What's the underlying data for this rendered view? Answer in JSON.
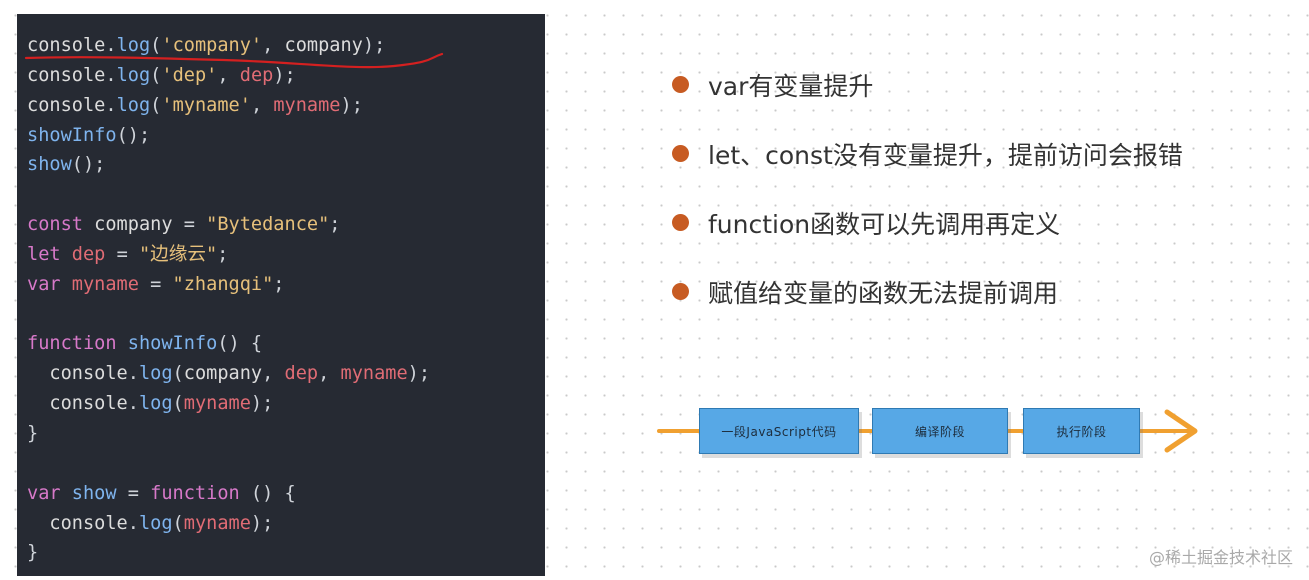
{
  "code_lines": [
    [
      {
        "t": "console",
        "c": "plain"
      },
      {
        "t": ".",
        "c": "punc"
      },
      {
        "t": "log",
        "c": "fn"
      },
      {
        "t": "(",
        "c": "punc"
      },
      {
        "t": "'company'",
        "c": "str"
      },
      {
        "t": ", ",
        "c": "punc"
      },
      {
        "t": "company",
        "c": "plain"
      },
      {
        "t": ");",
        "c": "punc"
      }
    ],
    [
      {
        "t": "console",
        "c": "plain"
      },
      {
        "t": ".",
        "c": "punc"
      },
      {
        "t": "log",
        "c": "fn"
      },
      {
        "t": "(",
        "c": "punc"
      },
      {
        "t": "'dep'",
        "c": "str"
      },
      {
        "t": ", ",
        "c": "punc"
      },
      {
        "t": "dep",
        "c": "var"
      },
      {
        "t": ");",
        "c": "punc"
      }
    ],
    [
      {
        "t": "console",
        "c": "plain"
      },
      {
        "t": ".",
        "c": "punc"
      },
      {
        "t": "log",
        "c": "fn"
      },
      {
        "t": "(",
        "c": "punc"
      },
      {
        "t": "'myname'",
        "c": "str"
      },
      {
        "t": ", ",
        "c": "punc"
      },
      {
        "t": "myname",
        "c": "var"
      },
      {
        "t": ");",
        "c": "punc"
      }
    ],
    [
      {
        "t": "showInfo",
        "c": "fn"
      },
      {
        "t": "();",
        "c": "punc"
      }
    ],
    [
      {
        "t": "show",
        "c": "fn"
      },
      {
        "t": "();",
        "c": "punc"
      }
    ],
    [],
    [
      {
        "t": "const ",
        "c": "kw"
      },
      {
        "t": "company",
        "c": "plain"
      },
      {
        "t": " = ",
        "c": "punc"
      },
      {
        "t": "\"Bytedance\"",
        "c": "str"
      },
      {
        "t": ";",
        "c": "punc"
      }
    ],
    [
      {
        "t": "let ",
        "c": "kw"
      },
      {
        "t": "dep",
        "c": "var"
      },
      {
        "t": " = ",
        "c": "punc"
      },
      {
        "t": "\"边缘云\"",
        "c": "str"
      },
      {
        "t": ";",
        "c": "punc"
      }
    ],
    [
      {
        "t": "var ",
        "c": "kw"
      },
      {
        "t": "myname",
        "c": "var"
      },
      {
        "t": " = ",
        "c": "punc"
      },
      {
        "t": "\"zhangqi\"",
        "c": "str"
      },
      {
        "t": ";",
        "c": "punc"
      }
    ],
    [],
    [
      {
        "t": "function ",
        "c": "kw"
      },
      {
        "t": "showInfo",
        "c": "fn"
      },
      {
        "t": "() {",
        "c": "punc"
      }
    ],
    [
      {
        "t": "  console",
        "c": "plain"
      },
      {
        "t": ".",
        "c": "punc"
      },
      {
        "t": "log",
        "c": "fn"
      },
      {
        "t": "(",
        "c": "punc"
      },
      {
        "t": "company",
        "c": "plain"
      },
      {
        "t": ", ",
        "c": "punc"
      },
      {
        "t": "dep",
        "c": "var"
      },
      {
        "t": ", ",
        "c": "punc"
      },
      {
        "t": "myname",
        "c": "var"
      },
      {
        "t": ");",
        "c": "punc"
      }
    ],
    [
      {
        "t": "  console",
        "c": "plain"
      },
      {
        "t": ".",
        "c": "punc"
      },
      {
        "t": "log",
        "c": "fn"
      },
      {
        "t": "(",
        "c": "punc"
      },
      {
        "t": "myname",
        "c": "var"
      },
      {
        "t": ");",
        "c": "punc"
      }
    ],
    [
      {
        "t": "}",
        "c": "punc"
      }
    ],
    [],
    [
      {
        "t": "var ",
        "c": "kw"
      },
      {
        "t": "show",
        "c": "fn"
      },
      {
        "t": " = ",
        "c": "punc"
      },
      {
        "t": "function ",
        "c": "kw"
      },
      {
        "t": "() {",
        "c": "punc"
      }
    ],
    [
      {
        "t": "  console",
        "c": "plain"
      },
      {
        "t": ".",
        "c": "punc"
      },
      {
        "t": "log",
        "c": "fn"
      },
      {
        "t": "(",
        "c": "punc"
      },
      {
        "t": "myname",
        "c": "var"
      },
      {
        "t": ");",
        "c": "punc"
      }
    ],
    [
      {
        "t": "}",
        "c": "punc"
      }
    ]
  ],
  "bullets": [
    "var有变量提升",
    "let、const没有变量提升，提前访问会报错",
    "function函数可以先调用再定义",
    "赋值给变量的函数无法提前调用"
  ],
  "pipeline": {
    "stages": [
      "一段JavaScript代码",
      "编译阶段",
      "执行阶段"
    ],
    "colors": {
      "box": "#57a8e6",
      "arrow": "#f0a030"
    }
  },
  "watermark": "@稀土掘金技术社区",
  "colors": {
    "bullet_dot": "#c75b22",
    "code_bg": "#262a33",
    "annotation": "#d42020"
  }
}
